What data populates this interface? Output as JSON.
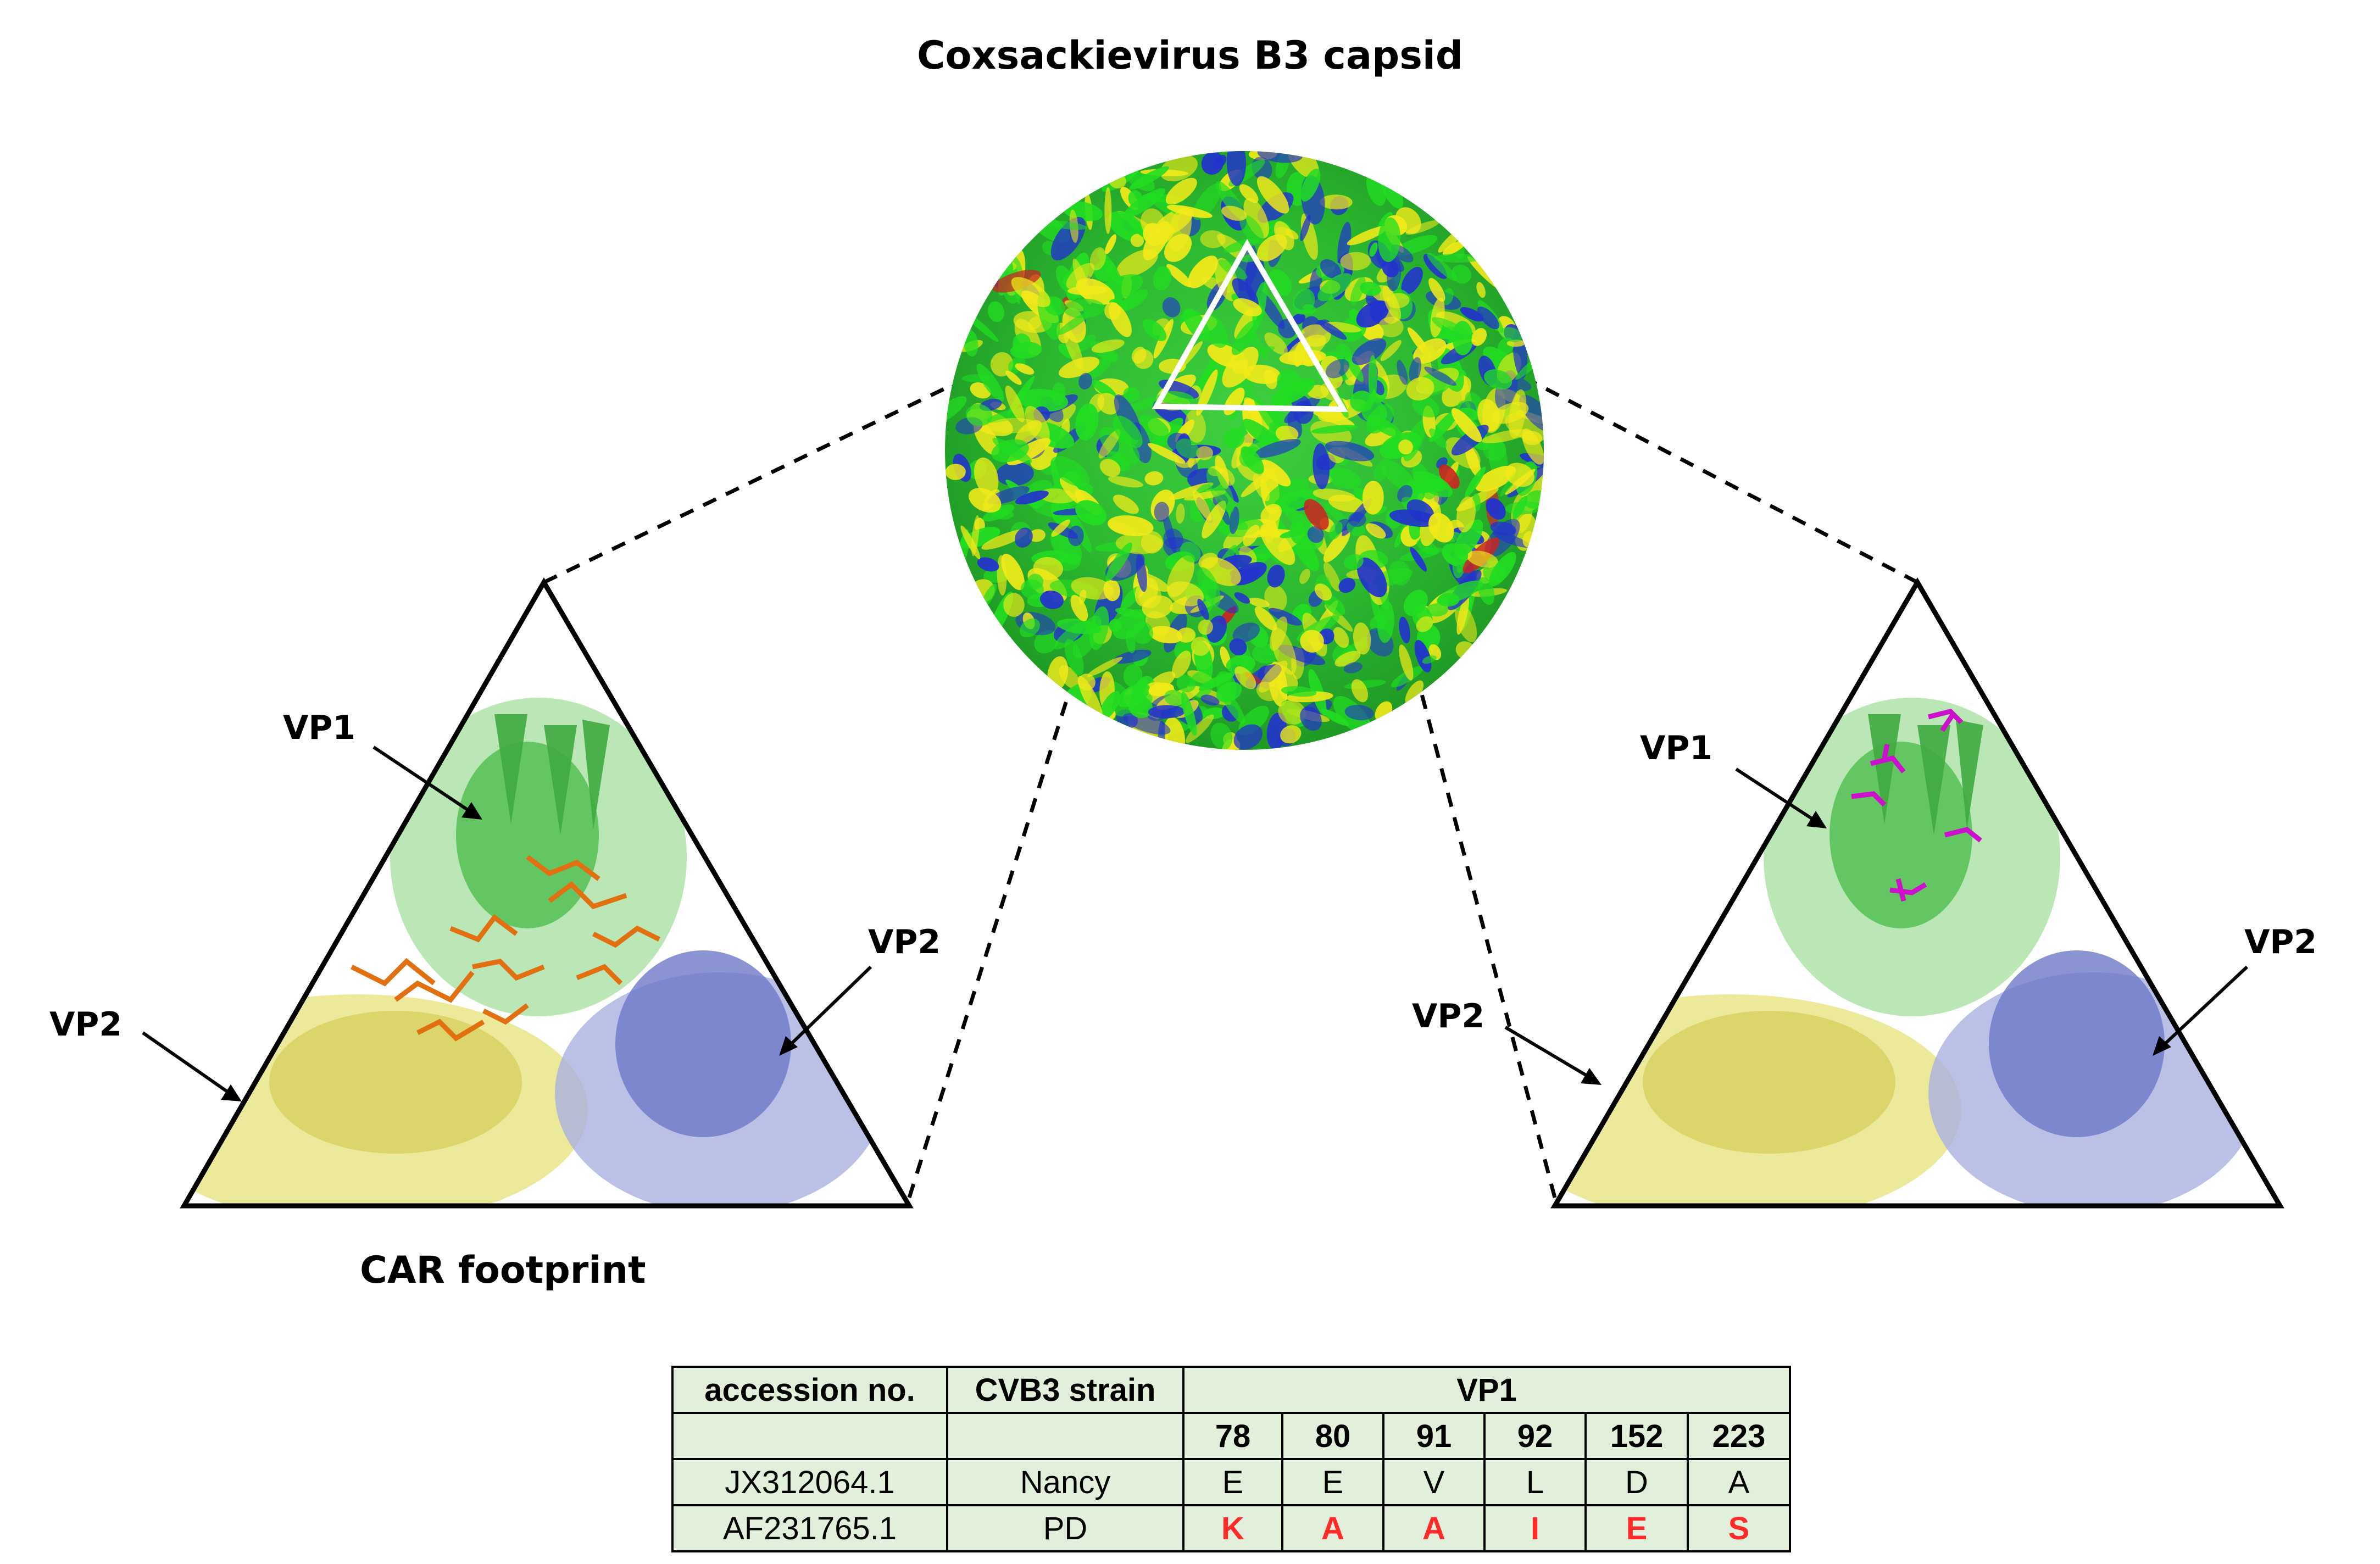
{
  "title": "Coxsackievirus B3 capsid",
  "labels": {
    "left_vp1": "VP1",
    "left_vp2_side": "VP2",
    "left_vp2_right": "VP2",
    "right_vp1": "VP1",
    "right_vp2_side": "VP2",
    "right_vp2_right": "VP2",
    "car_footprint": "CAR footprint"
  },
  "colors": {
    "vp1": "#3fbf3f",
    "vp2": "#6e78c8",
    "vp3": "#e8e070",
    "vp1_bright": "#22dd22",
    "vp2_bright": "#2233cc",
    "vp3_bright": "#f2ea1a",
    "car_residues": "#e07010",
    "mutations": "#cc10cc",
    "table_bg": "#e2efda",
    "mutant_text": "#ff2a2a"
  },
  "table": {
    "headers": {
      "accession": "accession no.",
      "strain": "CVB3 strain",
      "protein": "VP1"
    },
    "positions": [
      "78",
      "80",
      "91",
      "92",
      "152",
      "223"
    ],
    "rows": [
      {
        "accession": "JX312064.1",
        "strain": "Nancy",
        "residues": [
          "E",
          "E",
          "V",
          "L",
          "D",
          "A"
        ]
      },
      {
        "accession": "AF231765.1",
        "strain": "PD",
        "residues": [
          "K",
          "A",
          "A",
          "I",
          "E",
          "S"
        ]
      }
    ]
  }
}
